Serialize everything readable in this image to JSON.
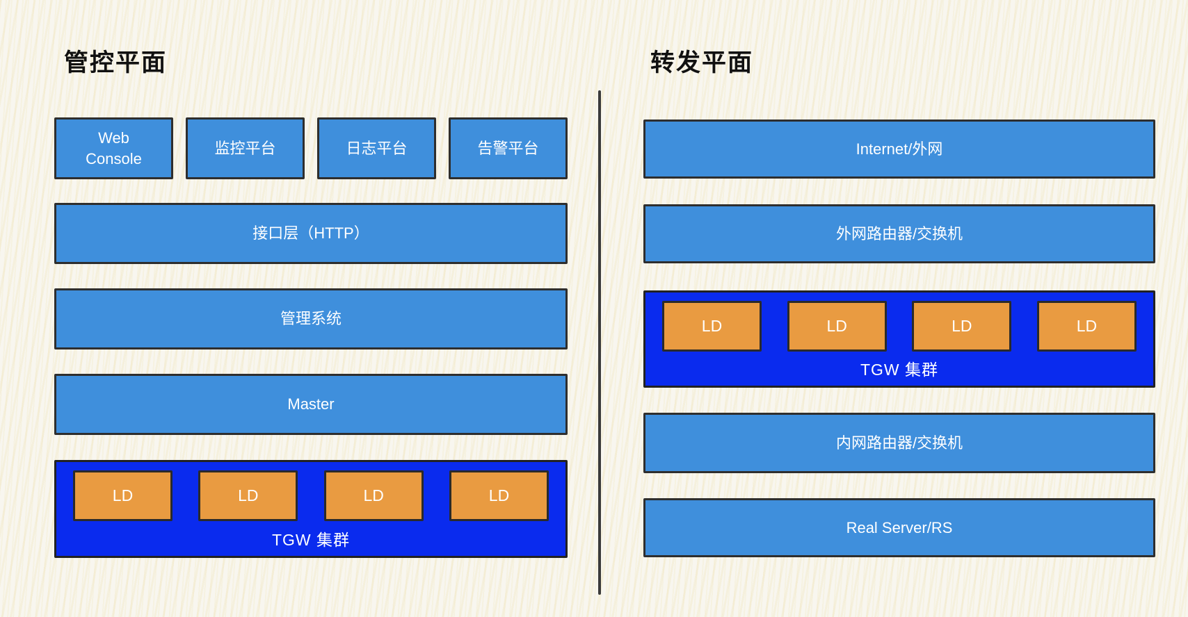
{
  "left_panel": {
    "title": "管控平面",
    "top_boxes": [
      "Web\nConsole",
      "监控平台",
      "日志平台",
      "告警平台"
    ],
    "layers": [
      "接口层（HTTP）",
      "管理系统",
      "Master"
    ],
    "cluster": {
      "label": "TGW 集群",
      "nodes": [
        "LD",
        "LD",
        "LD",
        "LD"
      ]
    }
  },
  "right_panel": {
    "title": "转发平面",
    "upper_layers": [
      "Internet/外网",
      "外网路由器/交换机"
    ],
    "cluster": {
      "label": "TGW 集群",
      "nodes": [
        "LD",
        "LD",
        "LD",
        "LD"
      ]
    },
    "lower_layers": [
      "内网路由器/交换机",
      "Real Server/RS"
    ]
  },
  "colors": {
    "background": "#F8F6EF",
    "layer_box_blue": "#3F8FDC",
    "cluster_deep_blue": "#0A2BEE",
    "node_orange": "#E99B41",
    "border_dark": "#2E2E2E",
    "text_on_boxes": "#FFFFFF",
    "heading_text": "#111111",
    "divider": "#3A3A3A"
  }
}
